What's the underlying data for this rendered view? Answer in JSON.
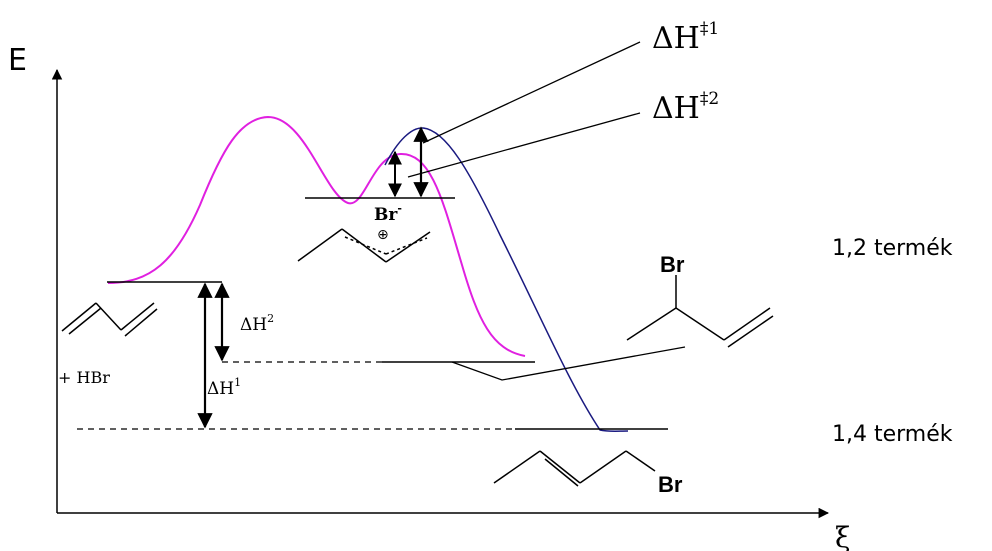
{
  "axes": {
    "y_label": "E",
    "x_label": "ξ"
  },
  "labels": {
    "dH_act_1": {
      "main": "ΔH",
      "sup": "‡1"
    },
    "dH_act_2": {
      "main": "ΔH",
      "sup": "‡2"
    },
    "dH_1": {
      "main": "ΔH",
      "sup": "1"
    },
    "dH_2": {
      "main": "ΔH",
      "sup": "2"
    },
    "reactant_plus": "+ HBr",
    "intermediate_anion": {
      "main": "Br",
      "sup": "-"
    },
    "cation_charge": "⊕",
    "product_12_br": "Br",
    "product_14_br": "Br",
    "product_12_name": "1,2 termék",
    "product_14_name": "1,4 termék"
  },
  "colors": {
    "path_12": "#e020e0",
    "path_14": "#1a1a80",
    "ink": "#000000"
  }
}
